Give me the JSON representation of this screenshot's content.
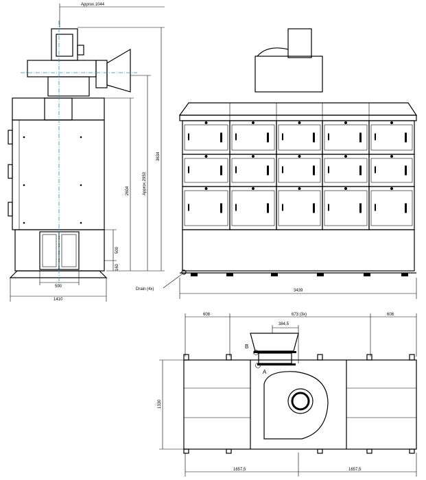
{
  "drawing": {
    "side_view": {
      "dim_width_top": "Approx.1044",
      "dim_height_total": "3634",
      "dim_height_approx": "Approx.2950",
      "dim_height_body": "2604",
      "dim_opening_height": "500",
      "dim_base_height": "160",
      "dim_opening_width": "500",
      "dim_base_width": "1410"
    },
    "front_view": {
      "drain_label": "Drain (4x)",
      "dim_width": "3439"
    },
    "top_view": {
      "dim_left": "608",
      "dim_middle": "673 (3x)",
      "dim_right": "608",
      "dim_inlet": "384,5",
      "label_b": "B",
      "label_a": "A",
      "dim_depth": "1330",
      "dim_half_left": "1657,5",
      "dim_half_right": "1657,5"
    },
    "centerline_color": "#1a8fd0"
  }
}
